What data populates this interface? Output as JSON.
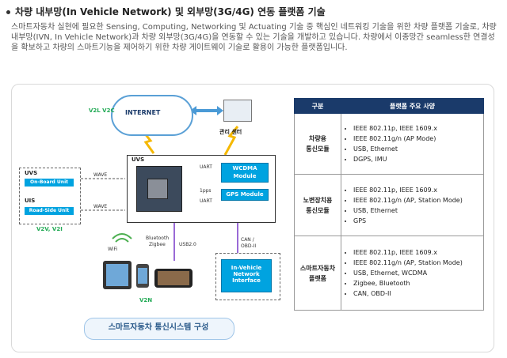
{
  "heading": "차량 내부망(In Vehicle Network) 및 외부망(3G/4G) 연동 플랫폼 기술",
  "paragraph": "스마트자동차 실현에 필요한 Sensing, Computing, Networking 및 Actuating 기술 중 핵심인 네트워킹 기술을 위한 차량 플랫폼 기술로, 차량 내부망(IVN, In Vehicle Network)과 차량 외부망(3G/4G)을 연동할 수 있는 기술을 개발하고 있습니다. 차량에서 이종망간 seamless한 연결성을 확보하고 차량의 스마트기능을 제어하기 위한 차량 게이트웨이 기술로 활용이 가능한 플랫폼입니다.",
  "diagram": {
    "internet": "INTERNET",
    "control_center": "관리 센터",
    "v2l_v2c": "V2L V2C",
    "uvs": "UVS",
    "uart1": "UART",
    "uart2": "UART",
    "lpps": "1pps",
    "wcdma": "WCDMA Module",
    "gps": "GPS Module",
    "wave1": "WAVE",
    "wave2": "WAVE",
    "left_uvs": "UVS",
    "on_board": "On-Board Unit",
    "uis": "UIS",
    "road_side": "Road-Side Unit",
    "v2v_v2i": "V2V, V2I",
    "wifi": "WiFi",
    "bluetooth": "Bluetooth",
    "zigbee": "Zigbee",
    "usb": "USB2.0",
    "can": "CAN /",
    "obd": "OBD-II",
    "ivn_l1": "In-Vehicle",
    "ivn_l2": "Network",
    "ivn_l3": "Interface",
    "v2n": "V2N",
    "caption": "스마트자동차 통신시스템 구성"
  },
  "table": {
    "headers": [
      "구분",
      "플랫폼 주요 사양"
    ],
    "rows": [
      {
        "cat1": "차량용",
        "cat2": "통신모듈",
        "items": [
          "IEEE 802.11p, IEEE 1609.x",
          "IEEE 802.11g/n (AP Mode)",
          "USB, Ethernet",
          "DGPS, IMU"
        ]
      },
      {
        "cat1": "노변장치용",
        "cat2": "통신모듈",
        "items": [
          "IEEE 802.11p, IEEE 1609.x",
          "IEEE 802.11g/n (AP, Station Mode)",
          "USB, Ethernet",
          "GPS"
        ]
      },
      {
        "cat1": "스마트자동차",
        "cat2": "플랫폼",
        "items": [
          "IEEE 802.11p, IEEE 1609.x",
          "IEEE 802.11g/n (AP, Station Mode)",
          "USB, Ethernet, WCDMA",
          "Zigbee, Bluetooth",
          "CAN, OBD-II"
        ]
      }
    ]
  }
}
